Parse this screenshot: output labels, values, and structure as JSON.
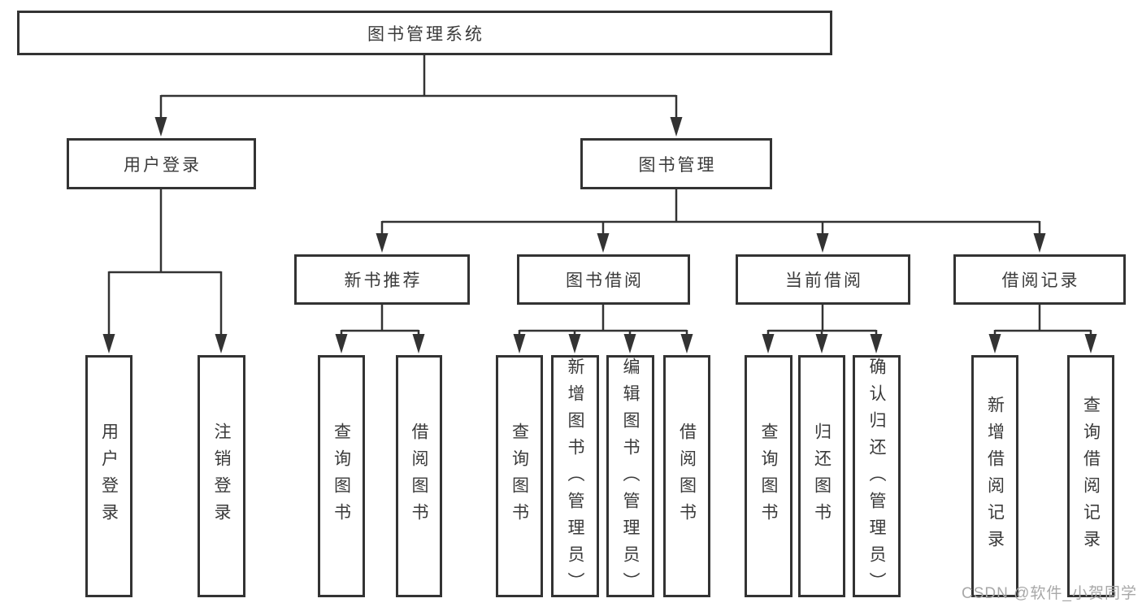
{
  "tree": {
    "root": "图书管理系统",
    "branches": [
      {
        "label": "用户登录",
        "leaves": [
          "用户登录",
          "注销登录"
        ]
      },
      {
        "label": "图书管理",
        "sections": [
          {
            "label": "新书推荐",
            "leaves": [
              "查询图书",
              "借阅图书"
            ]
          },
          {
            "label": "图书借阅",
            "leaves": [
              "查询图书",
              "新增图书（管理员）",
              "编辑图书（管理员）",
              "借阅图书"
            ]
          },
          {
            "label": "当前借阅",
            "leaves": [
              "查询图书",
              "归还图书",
              "确认归还（管理员）"
            ]
          },
          {
            "label": "借阅记录",
            "leaves": [
              "新增借阅记录",
              "查询借阅记录"
            ]
          }
        ]
      }
    ]
  },
  "watermark": "CSDN @软件_小贺同学",
  "colors": {
    "line": "#333333",
    "box_border": "#333333",
    "text": "#3a3a3a",
    "watermark": "#a8a8a8",
    "background": "#ffffff"
  }
}
